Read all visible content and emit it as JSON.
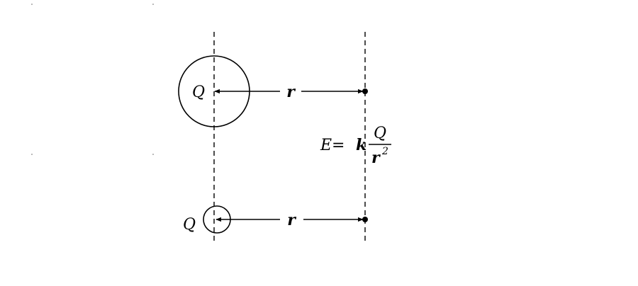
{
  "diagram": {
    "large_charge": {
      "label": "Q",
      "distance_label": "r"
    },
    "small_charge": {
      "label": "Q",
      "distance_label": "r"
    },
    "formula": {
      "lhs": "E=",
      "k": "k",
      "numerator": "Q",
      "denominator_base": "r",
      "exponent": "2"
    }
  },
  "colors": {
    "stroke": "#000000",
    "background": "#ffffff"
  }
}
